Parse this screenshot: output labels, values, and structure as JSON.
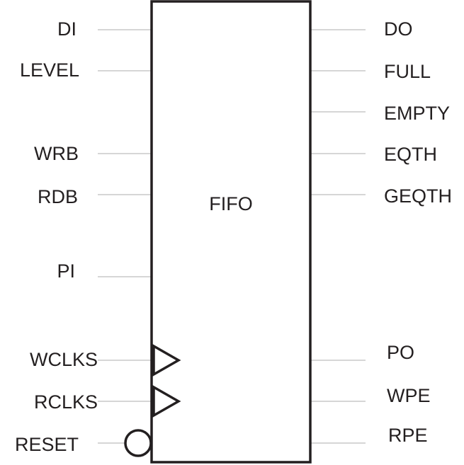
{
  "block": {
    "name": "FIFO"
  },
  "inputs": {
    "di": "DI",
    "level": "LEVEL",
    "wrb": "WRB",
    "rdb": "RDB",
    "pi": "PI",
    "wclks": "WCLKS",
    "rclks": "RCLKS",
    "reset": "RESET"
  },
  "outputs": {
    "do": "DO",
    "full": "FULL",
    "empty": "EMPTY",
    "eqth": "EQTH",
    "geqth": "GEQTH",
    "po": "PO",
    "wpe": "WPE",
    "rpe": "RPE"
  },
  "colors": {
    "stroke": "#231f20",
    "pin_line": "#bdbdbd",
    "background": "#ffffff"
  }
}
